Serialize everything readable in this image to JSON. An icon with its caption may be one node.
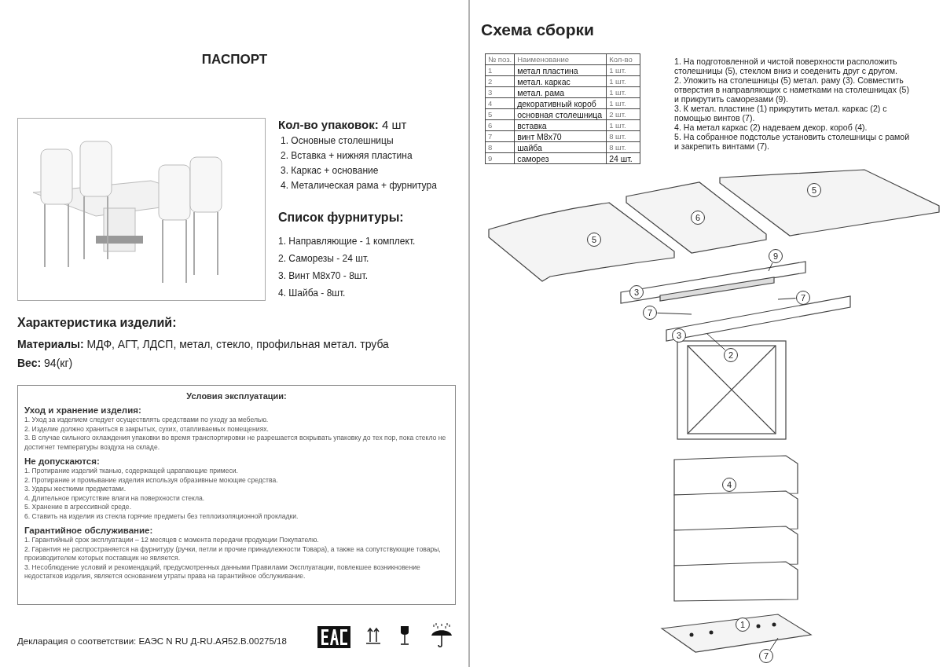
{
  "diagram": {
    "nodes": [
      {
        "text": [
          "9"
        ]
      },
      {
        "text": [
          "7"
        ]
      },
      {
        "text": [
          "7"
        ]
      },
      {
        "text": [
          "2"
        ]
      },
      {
        "text": [
          "7"
        ]
      },
      {
        "text": [
          "5"
        ]
      },
      {
        "text": [
          "6"
        ]
      },
      {
        "text": [
          "5"
        ]
      },
      {
        "text": [
          "3"
        ]
      },
      {
        "text": [
          "3"
        ]
      },
      {
        "text": [
          "4"
        ]
      },
      {
        "text": [
          "1"
        ]
      }
    ],
    "edges": [
      {
        "from": 0,
        "to": null,
        "arrow": "none"
      },
      {
        "from": 1,
        "to": null,
        "arrow": "none"
      },
      {
        "from": 2,
        "to": null,
        "arrow": "none"
      },
      {
        "from": 3,
        "to": null,
        "arrow": "none"
      },
      {
        "from": 4,
        "to": null,
        "arrow": "none"
      }
    ],
    "labels": [
      "ПАСПОРТ",
      "**Кол-во упаковок:** 4 шт",
      "1. Основные столешницы",
      "2. Вставка + нижняя пластина",
      "3. Каркас + основание",
      "4. Металическая рама + фурнитура",
      "Список фурнитуры:",
      "1. Направляющие - 1 комплект.",
      "2. Саморезы - 24 шт.",
      "3. Винт М8х70 - 8шт.",
      "4. Шайба - 8шт.",
      "Характеристика изделий:",
      "**Материалы:** МДФ, АГТ, ЛДСП, метал, стекло, профильная метал. труба",
      "**Вес:** 94(кг)",
      "Условия эксплуатации:",
      "Уход и хранение изделия:",
      "1. Уход за изделием следует осуществлять средствами по уходу за мебелью.",
      "2. Изделие должно храниться в закрытых, сухих, отапливаемых помещениях.",
      "3. В случае сильного охлаждения упаковки во время транспортировки не разрешается вскрывать упаковку до тех пор, пока стекло не достигнет температуры воздуха на складе.",
      "Не допускаются:",
      "1. Протирание изделий тканью, содержащей царапающие примеси.",
      "2. Протирание и промывание изделия используя образивные моющие средства.",
      "3. Удары жесткими предметами.",
      "4. Длительное присутствие влаги на поверхности стекла.",
      "5. Хранение в агрессивной среде.",
      "6. Ставить на изделия из стекла горячие предметы без теплоизоляционной прокладки.",
      "Гарантийное обслуживание:",
      "1. Гарантийный срок эксплуатации – 12 месяцев с момента передачи продукции Покупателю.",
      "2. Гарантия не распространяется на фурнитуру (ручки, петли и прочие принадлежности Товара), а также на сопутствующие товары, производителем которых поставщик не является.",
      "3. Несоблюдение условий и рекомендаций, предусмотренных данными Правилами Эксплуатации, повлекшее возникновение недостатков изделия, является основанием утраты права на гарантийное обслуживание.",
      "Декларация о соответствии: ЕАЭС N RU Д-RU.АЯ52.В.00275/18",
      "Схема сборки",
      "№ поз.",
      "Наименование",
      "Кол-во",
      "1",
      "метал пластина",
      "1 шт.",
      "2",
      "метал. каркас",
      "1 шт.",
      "3",
      "метал. рама",
      "1 шт.",
      "4",
      "декоративный короб",
      "1 шт.",
      "5",
      "основная столешница",
      "2 шт.",
      "6",
      "вставка",
      "1 шт.",
      "7",
      "винт М8х70",
      "8 шт.",
      "8",
      "шайба",
      "8 шт.",
      "9",
      "саморез",
      "24 шт.",
      "1. На подготовленной и чистой поверхности расположить столешницы (5), стеклом вниз и соеденить друг с другом.",
      "2. Уложить на столешницы (5) метал. раму (3). Совместить отверстия в направляющих с наметками на столешницах (5) и прикрутить саморезами (9).",
      "3. К метал. пластине (1) прикрутить метал. каркас (2) с помощью винтов (7).",
      "4. На метал каркас (2) надеваем декор. короб (4).",
      "5. На собранное подстолье установить столешницы с рамой и закрепить винтами (7)."
    ]
  }
}
